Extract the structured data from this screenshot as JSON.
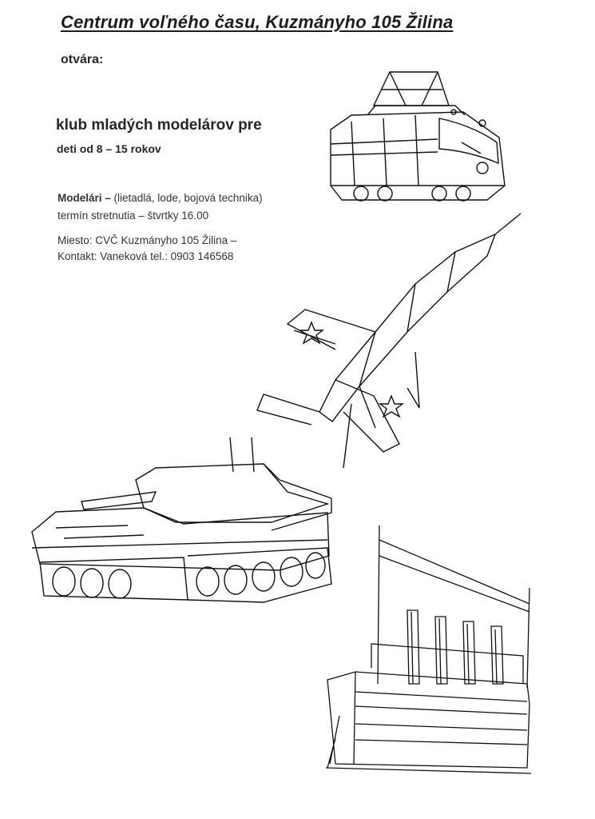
{
  "header": {
    "title": "Centrum  voľného času, Kuzmányho 105 Žilina"
  },
  "intro": {
    "opens": "otvára:"
  },
  "club": {
    "name": "klub mladých modelárov pre",
    "ages": "deti od 8 – 15 rokov"
  },
  "details": {
    "category_label": "Modelári –",
    "category_items": " (lietadlá, lode, bojová technika)",
    "meeting": "termín stretnutia – štvrtky 16.00",
    "place": "Miesto: CVČ Kuzmányho 105 Žilina –",
    "contact": "Kontakt:  Vaneková  tel.: 0903 146568"
  },
  "illustrations": {
    "tram": "tram-drawing",
    "jet": "fighter-jet-drawing",
    "tank": "tank-drawing",
    "ship": "steamship-drawing"
  }
}
